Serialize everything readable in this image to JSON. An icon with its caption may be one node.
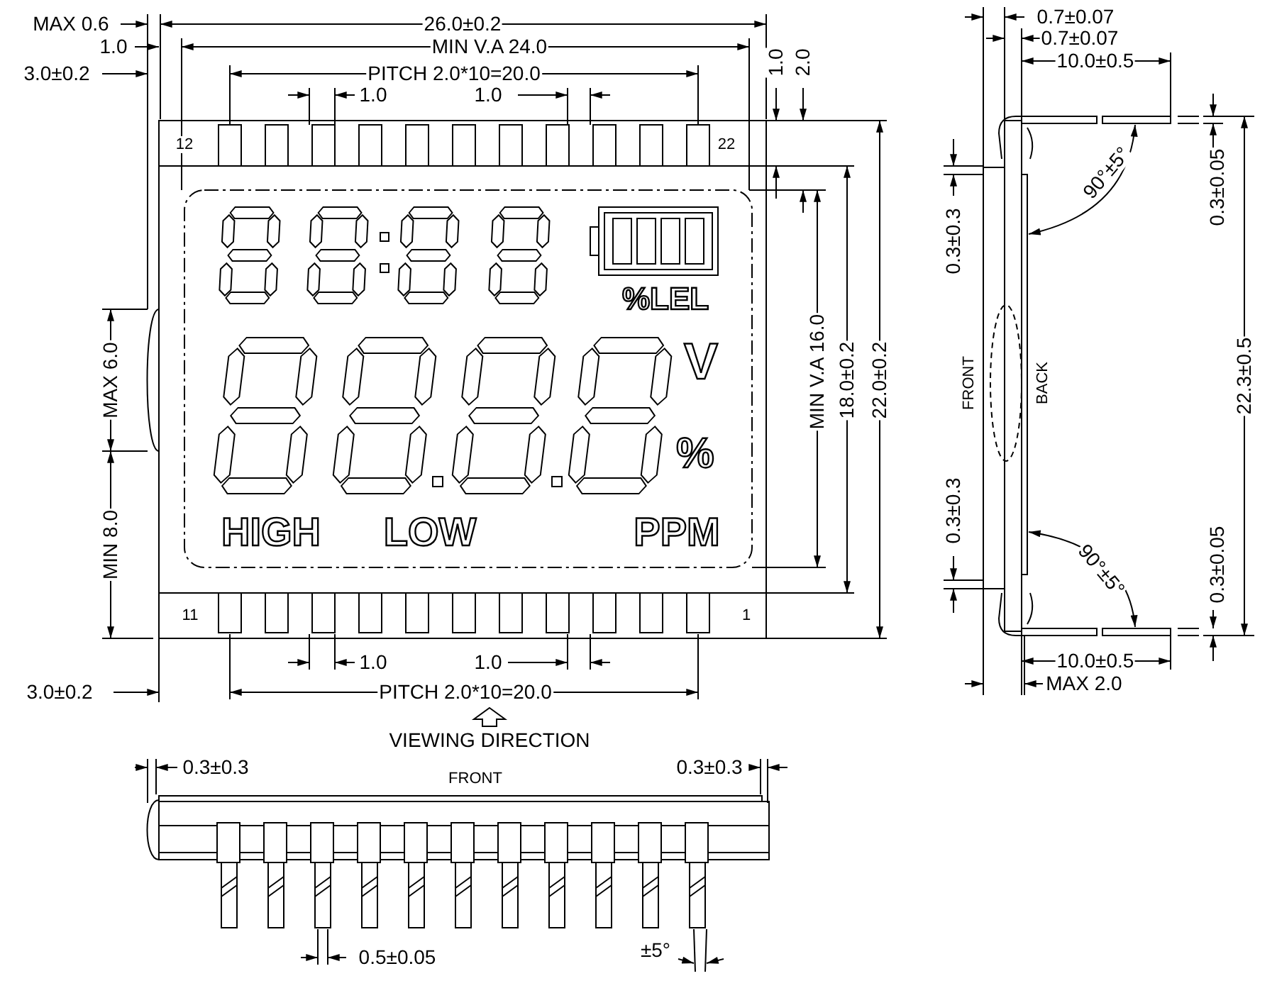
{
  "diagram": {
    "labels": [
      "MAX 0.6",
      "26.0±0.2",
      "1.0",
      "MIN V.A 24.0",
      "3.0±0.2",
      "PITCH 2.0*10=20.0",
      "1.0",
      "1.0",
      "1.0",
      "2.0",
      "12",
      "22",
      "0.7±0.07",
      "0.7±0.07",
      "10.0±0.5",
      "%LEL",
      "0.3±0.05",
      "0.3±0.3",
      "90°±5°",
      "MAX 6.0",
      "V",
      "MIN V.A 16.0",
      "18.0±0.2",
      "22.0±0.2",
      "FRONT",
      "BACK",
      "22.3±0.5",
      "%",
      "MIN 8.0",
      "HIGH",
      "LOW",
      "PPM",
      "0.3±0.3",
      "90°±5°",
      "0.3±0.05",
      "11",
      "1",
      "1.0",
      "1.0",
      "10.0±0.5",
      "MAX 2.0",
      "3.0±0.2",
      "PITCH 2.0*10=20.0",
      "VIEWING DIRECTION",
      "0.3±0.3",
      "0.3±0.3",
      "FRONT",
      "0.5±0.05",
      "±5°"
    ]
  }
}
